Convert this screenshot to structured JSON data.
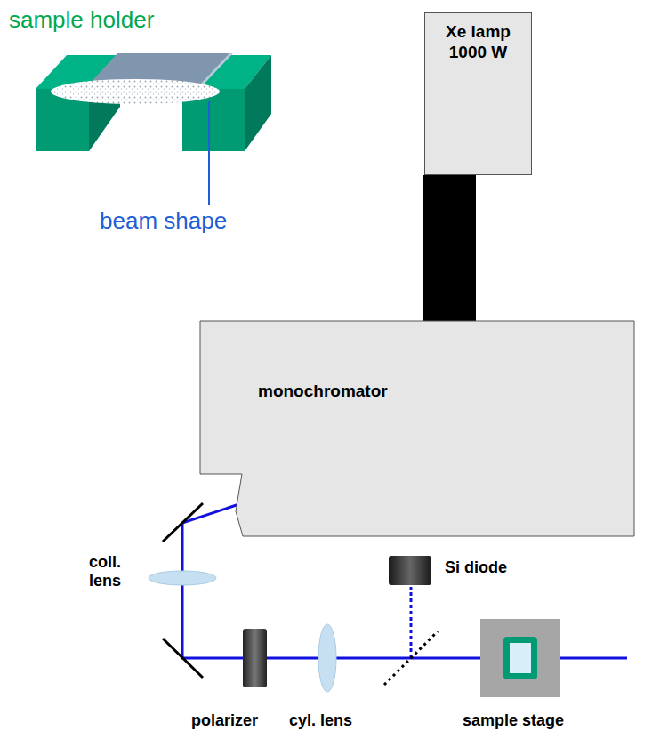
{
  "diagram": {
    "nodes": [
      {
        "text": [
          "Xe lamp 1000 W"
        ]
      },
      {
        "text": [
          "monochromator"
        ]
      }
    ],
    "edges": [
      {
        "from": 0,
        "to": 1,
        "arrow": "none"
      }
    ],
    "labels": [
      "sample holder",
      "beam shape",
      "coll. lens",
      "Si diode",
      "polarizer",
      "cyl. lens",
      "sample stage"
    ]
  }
}
